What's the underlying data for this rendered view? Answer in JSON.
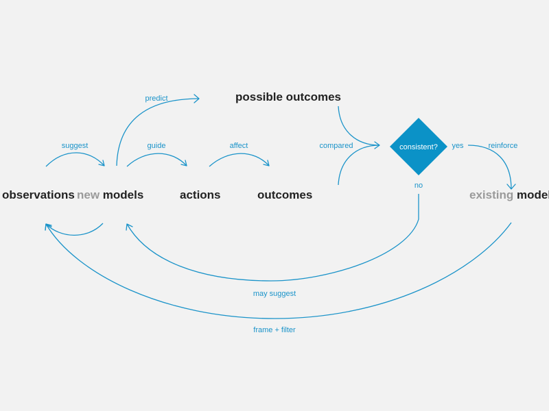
{
  "colors": {
    "background": "#f2f2f2",
    "accent": "#1a93c9",
    "node_text": "#222222",
    "muted_text": "#9a9a9a",
    "decision_fill": "#0b92c7"
  },
  "nodes": {
    "observations": "observations",
    "new_models": {
      "prefix": "new",
      "main": "models"
    },
    "actions": "actions",
    "outcomes": "outcomes",
    "possible_outcomes": "possible outcomes",
    "existing_models": {
      "prefix": "existing",
      "main": "models"
    }
  },
  "decision": {
    "label": "consistent?",
    "yes": "yes",
    "no": "no"
  },
  "edge_labels": {
    "suggest": "suggest",
    "predict": "predict",
    "guide": "guide",
    "affect": "affect",
    "compared": "compared",
    "reinforce": "reinforce",
    "may_suggest": "may suggest",
    "frame_filter": "frame + filter"
  }
}
